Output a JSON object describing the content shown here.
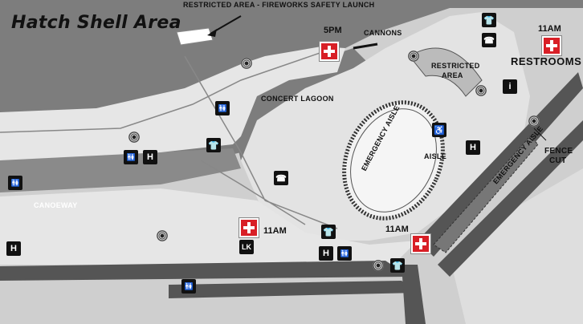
{
  "title": "Hatch Shell Area",
  "labels": {
    "restricted_launch": "RESTRICTED AREA - FIREWORKS SAFETY LAUNCH",
    "cannons": "CANNONS",
    "restricted_area_1": "RESTRICTED",
    "restricted_area_2": "AREA",
    "concert_lagoon": "CONCERT LAGOON",
    "canoeway": "CANOEWAY",
    "emergency_aisle_1": "EMERGENCY AISLE",
    "aisle": "AISLE",
    "emergency_aisle_2": "EMERGENCY AISLE",
    "fence_1": "FENCE",
    "fence_2": "CUT",
    "restrooms": "RESTROOMS"
  },
  "times": {
    "t_5pm": "5PM",
    "t_11am_top": "11AM",
    "t_11am_left": "11AM",
    "t_11am_mid": "11AM"
  },
  "icons": {
    "h": "H",
    "lk": "LK",
    "info": "i",
    "phone": "☎",
    "tshirt": "👕",
    "restroom": "🚻",
    "wheelchair": "♿"
  },
  "colors": {
    "water": "#7a7a7a",
    "land": "#dcdcdc",
    "road": "#4a4a4a",
    "first_aid": "#d81f26"
  }
}
